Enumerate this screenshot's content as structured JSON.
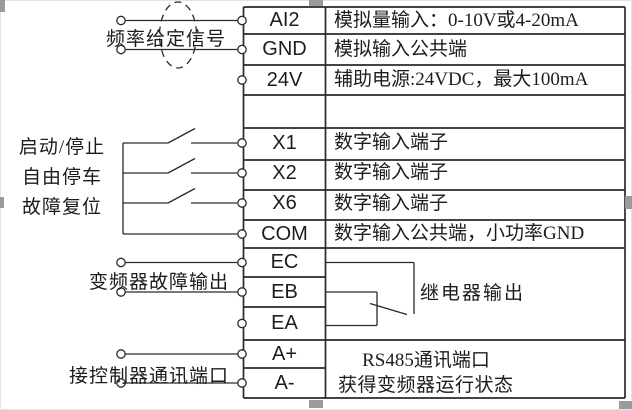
{
  "diagram": {
    "kind": "inverter-terminal-wiring-diagram",
    "terminal_strip": {
      "rows": [
        {
          "name": "AI2",
          "desc": "模拟量输入：0-10V或4-20mA"
        },
        {
          "name": "GND",
          "desc": "模拟输入公共端"
        },
        {
          "name": "24V",
          "desc": "辅助电源:24VDC，最大100mA"
        },
        {
          "name": "",
          "desc": ""
        },
        {
          "name": "X1",
          "desc": "数字输入端子"
        },
        {
          "name": "X2",
          "desc": "数字输入端子"
        },
        {
          "name": "X6",
          "desc": "数字输入端子"
        },
        {
          "name": "COM",
          "desc": "数字输入公共端，小功率GND"
        },
        {
          "name": "EC",
          "desc": ""
        },
        {
          "name": "EB",
          "desc": ""
        },
        {
          "name": "EA",
          "desc": ""
        },
        {
          "name": "A+",
          "desc": ""
        },
        {
          "name": "A-",
          "desc": ""
        }
      ],
      "relay_cell_label": "继电器输出",
      "rs485_cell_line1": "RS485通讯端口",
      "rs485_cell_line2": "获得变频器运行状态"
    },
    "left_labels": {
      "frequency_signal": "频率给定信号",
      "start_stop": "启动/停止",
      "coast_stop": "自由停车",
      "fault_reset": "故障复位",
      "fault_output": "变频器故障输出",
      "comm_port": "接控制器通讯端口"
    },
    "symbols": [
      "potentiometer-icon",
      "switch-contact-icon",
      "relay-contact-icon",
      "terminal-circle-icon",
      "selection-handle"
    ],
    "colors": {
      "line": "#2a2a2a",
      "text": "#1c1c1c",
      "selection_handle": "#9b9b9b",
      "background": "#ffffff"
    }
  }
}
